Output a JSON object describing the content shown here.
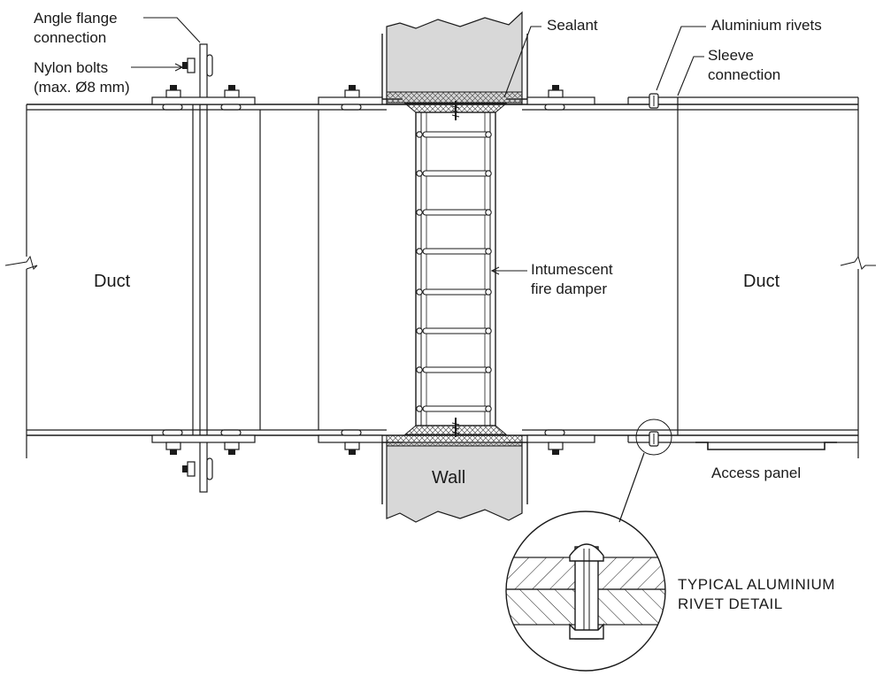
{
  "labels": {
    "angle_flange_1": "Angle flange",
    "angle_flange_2": "connection",
    "nylon_bolts_1": "Nylon bolts",
    "nylon_bolts_2": "(max. Ø8 mm)",
    "sealant": "Sealant",
    "aluminium_rivets": "Aluminium rivets",
    "sleeve_1": "Sleeve",
    "sleeve_2": "connection",
    "duct_left": "Duct",
    "duct_right": "Duct",
    "intumescent_1": "Intumescent",
    "intumescent_2": "fire damper",
    "wall": "Wall",
    "access_panel": "Access panel",
    "rivet_detail_1": "TYPICAL ALUMINIUM",
    "rivet_detail_2": "RIVET DETAIL"
  },
  "colors": {
    "line": "#1a1a1a",
    "wall_fill": "#d8d8d8",
    "sealant_fill": "#e8e8e8"
  }
}
